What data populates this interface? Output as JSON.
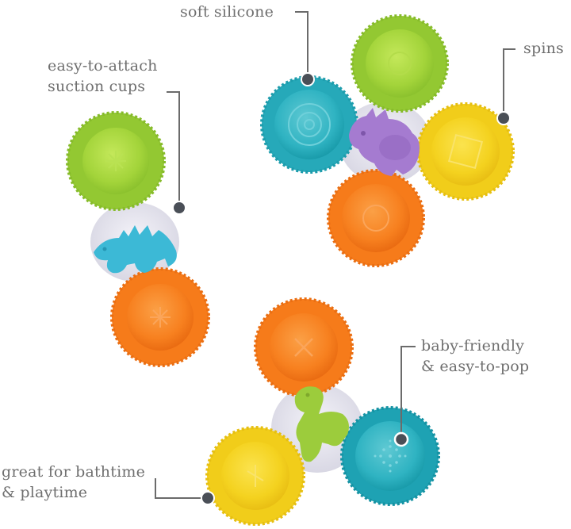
{
  "image": {
    "description": "Product feature illustration of suction-cup spinner toys",
    "background": "#ffffff"
  },
  "callouts": [
    {
      "id": "soft-silicone",
      "lines": [
        "soft silicone"
      ]
    },
    {
      "id": "suction-cups",
      "lines": [
        "easy-to-attach",
        "suction cups"
      ]
    },
    {
      "id": "spins",
      "lines": [
        "spins"
      ]
    },
    {
      "id": "baby-friendly",
      "lines": [
        "baby-friendly",
        "& easy-to-pop"
      ]
    },
    {
      "id": "bathtime",
      "lines": [
        "great for bathtime",
        "& playtime"
      ]
    }
  ],
  "colors": {
    "text": "#6f6f6f",
    "leader_line": "#6b6b6b",
    "marker_dot": "#4a4f57",
    "green": "#9fd13a",
    "teal": "#2fb3c2",
    "teal_dark": "#169aa9",
    "yellow": "#f4d21f",
    "orange": "#f7801f",
    "purple": "#a57bd0",
    "blue_dino": "#3cb9d6",
    "green_dino": "#9ccc3c",
    "hub": "#e4e3ee"
  },
  "toys": [
    {
      "id": "top-right-spinner",
      "cups": [
        "teal",
        "green",
        "yellow",
        "orange"
      ],
      "figure": "purple triceratops"
    },
    {
      "id": "left-spinner",
      "cups": [
        "green",
        "orange"
      ],
      "figure": "blue stegosaurus"
    },
    {
      "id": "bottom-spinner",
      "cups": [
        "orange",
        "yellow",
        "teal"
      ],
      "figure": "green brontosaurus"
    }
  ]
}
